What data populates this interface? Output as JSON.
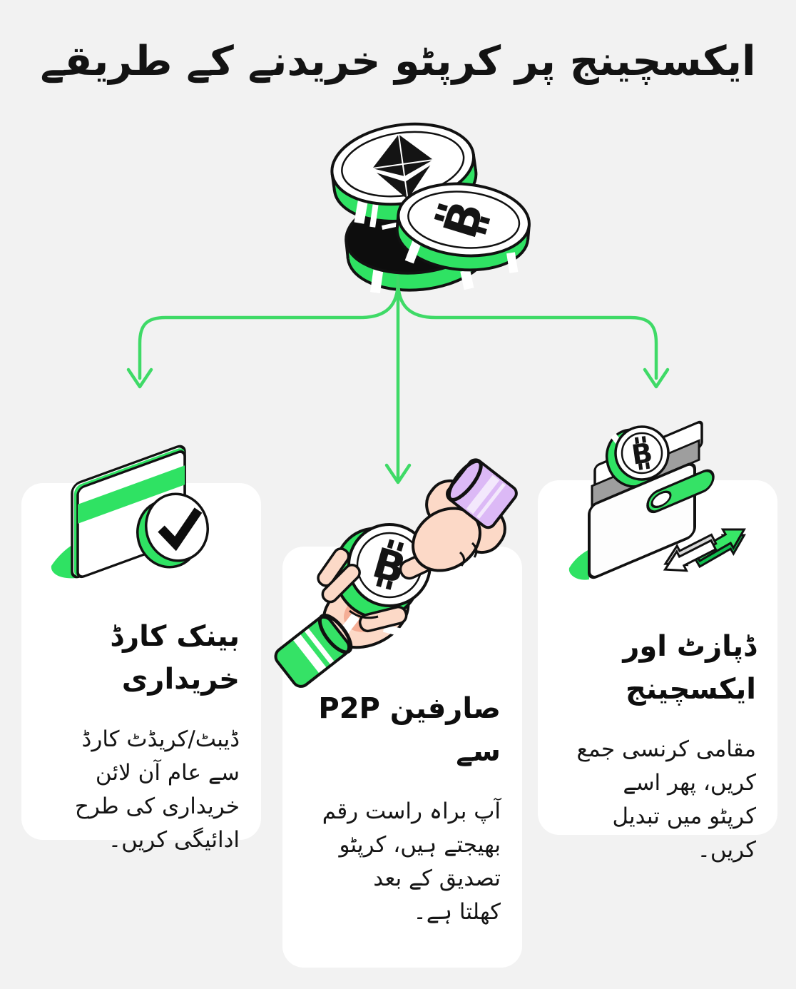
{
  "page": {
    "title": "ایکسچینج پر کرپٹو خریدنے کے طریقے",
    "language": "Urdu",
    "direction": "rtl",
    "background_color": "#F2F2F2"
  },
  "colors": {
    "accent_green": "#2FE263",
    "arrow_green": "#3FDA67",
    "card_background": "#FFFFFF",
    "text": "#101010",
    "coin_black": "#0D0D0D",
    "skin": "#FCD9C7",
    "skin_shade": "#F5AE96",
    "sleeve_purple": "#DCB9F6",
    "slot_gray": "#9E9E9E"
  },
  "hero": {
    "illustration": "crypto-coins-stack",
    "coins": [
      "ethereum-coin",
      "bitcoin-coin",
      "black-coin"
    ]
  },
  "flow": {
    "branches": 3,
    "style": "green curved connectors with open chevron arrowheads"
  },
  "cards": [
    {
      "id": "bank-card-purchase",
      "illustration": "bank-card-with-check-badge",
      "title": "بینک کارڈ\nخریداری",
      "body": "ڈیبٹ/کریڈٹ کارڈ\nسے عام آن لائن\nخریداری کی طرح\nادائیگی کریں۔"
    },
    {
      "id": "p2p-users",
      "illustration": "hands-exchanging-bitcoin-coin",
      "title": "صارفین P2P\nسے",
      "body": "آپ براہ راست رقم\nبھیجتے ہیں، کرپٹو\nتصدیق کے بعد\nکھلتا ہے۔"
    },
    {
      "id": "deposit-and-exchange",
      "illustration": "wallet-with-bitcoin-and-exchange-arrows",
      "title": "ڈپازٹ اور\nایکسچینج",
      "body": "مقامی کرنسی جمع\nکریں، پھر اسے\nکرپٹو میں تبدیل\nکریں۔"
    }
  ]
}
